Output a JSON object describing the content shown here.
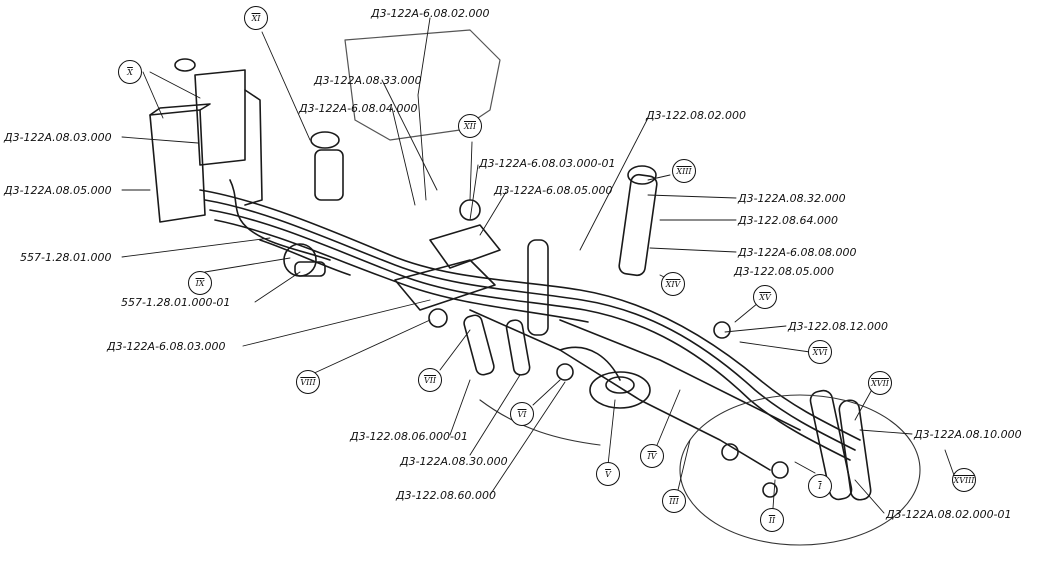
{
  "part_labels": [
    "Д3-122А-6.08.02.000",
    "Д3-122А.08.33.000",
    "Д3-122А-6.08.04.000",
    "Д3-122А.08.03.000",
    "Д3-122А.08.05.000",
    "557-1.28.01.000",
    "557-1.28.01.000-01",
    "Д3-122А-6.08.03.000",
    "Д3-122А-6.08.03.000-01",
    "Д3-122А-6.08.05.000",
    "Д3-122.08.02.000",
    "Д3-122А.08.32.000",
    "Д3-122.08.64.000",
    "Д3-122А-6.08.08.000",
    "Д3-122.08.05.000",
    "Д3-122.08.12.000",
    "Д3-122А.08.10.000",
    "Д3-122А.08.02.000-01",
    "Д3-122.08.06.000-01",
    "Д3-122А.08.30.000",
    "Д3-122.08.60.000"
  ],
  "roman_markers": [
    "I",
    "II",
    "III",
    "IV",
    "V",
    "VI",
    "VII",
    "VIII",
    "IX",
    "X",
    "XI",
    "XII",
    "XIII",
    "XIV",
    "XV",
    "XVI",
    "XVII",
    "XVIII"
  ]
}
